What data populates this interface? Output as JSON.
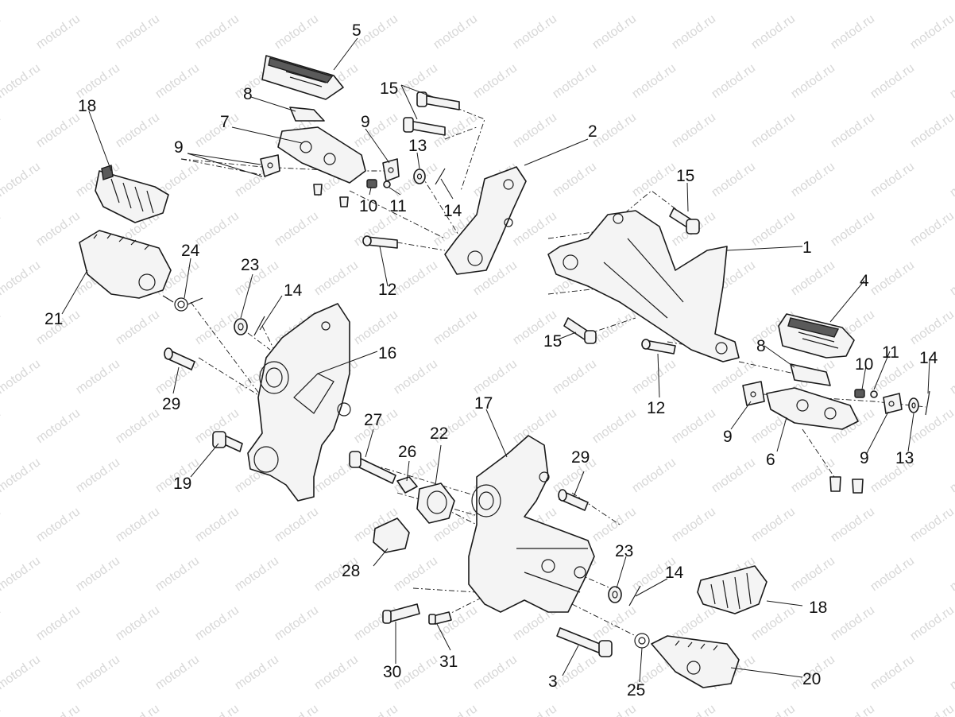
{
  "watermark": "motod.ru",
  "callouts": [
    "1",
    "2",
    "3",
    "4",
    "5",
    "6",
    "7",
    "8",
    "9",
    "10",
    "11",
    "12",
    "13",
    "14",
    "15",
    "16",
    "17",
    "18",
    "19",
    "20",
    "21",
    "22",
    "23",
    "24",
    "25",
    "26",
    "27",
    "28",
    "29",
    "30",
    "31"
  ]
}
